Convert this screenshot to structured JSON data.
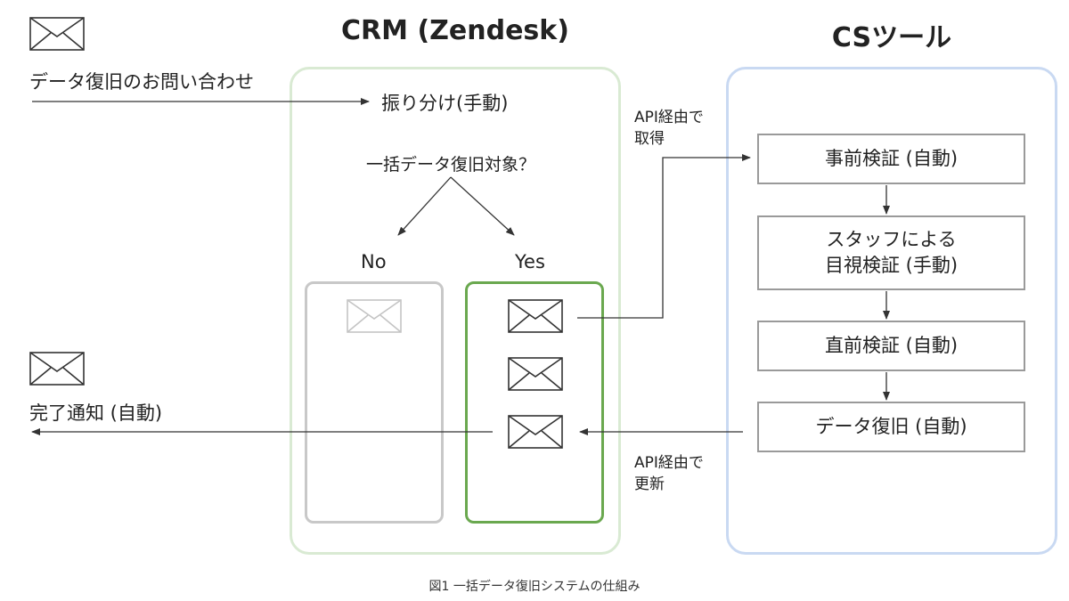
{
  "titles": {
    "crm": "CRM (Zendesk)",
    "cs_tool": "CSツール"
  },
  "left": {
    "inquiry_label": "データ復旧のお問い合わせ",
    "notification_label": "完了通知 (自動)"
  },
  "crm": {
    "triage_label": "振り分け(手動)",
    "question_label": "一括データ復旧対象？",
    "no_label": "No",
    "yes_label": "Yes"
  },
  "api": {
    "fetch_label": [
      "API経由で",
      "取得"
    ],
    "update_label": [
      "API経由で",
      "更新"
    ]
  },
  "cs_tool": {
    "steps": [
      {
        "lines": [
          "事前検証 (自動)"
        ]
      },
      {
        "lines": [
          "スタッフによる",
          "目視検証 (手動)"
        ]
      },
      {
        "lines": [
          "直前検証 (自動)"
        ]
      },
      {
        "lines": [
          "データ復旧 (自動)"
        ]
      }
    ]
  },
  "caption": "図1 一括データ復旧システムの仕組み",
  "colors": {
    "crm_group_border": "#d9ead3",
    "cs_group_border": "#c9d9f2",
    "no_bin_border": "#c8c8c8",
    "yes_bin_border": "#6aa84f",
    "step_border": "#9a9a9a",
    "arrow": "#333333",
    "envelope": "#333333",
    "envelope_faded": "#c4c4c4"
  },
  "icons": {
    "envelope": "envelope-icon"
  }
}
